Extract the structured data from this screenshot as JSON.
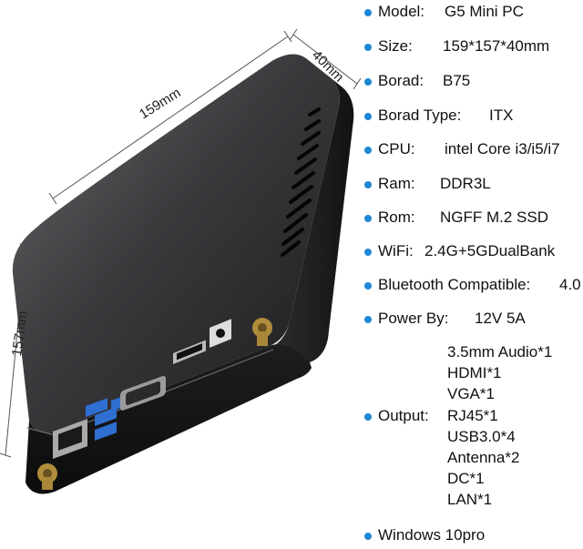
{
  "dimensions": {
    "length": "159mm",
    "depth": "40mm",
    "width": "157mm"
  },
  "specs": [
    {
      "label": "Model:",
      "value": "G5 Mini PC"
    },
    {
      "label": "Size:",
      "value": "159*157*40mm"
    },
    {
      "label": "Borad:",
      "value": "B75"
    },
    {
      "label": "Borad Type:",
      "value": "ITX"
    },
    {
      "label": "CPU:",
      "value": "intel Core i3/i5/i7"
    },
    {
      "label": "Ram:",
      "value": "DDR3L"
    },
    {
      "label": "Rom:",
      "value": "NGFF M.2 SSD"
    },
    {
      "label": "WiFi:",
      "value": "2.4G+5GDualBank"
    },
    {
      "label": "Bluetooth Compatible:",
      "value": "4.0"
    },
    {
      "label": "Power By:",
      "value": "12V 5A"
    }
  ],
  "output": {
    "label": "Output:",
    "items": [
      "3.5mm Audio*1",
      "HDMI*1",
      "VGA*1",
      "RJ45*1",
      "USB3.0*4",
      "Antenna*2",
      "DC*1",
      "LAN*1"
    ]
  },
  "os": "Windows 10pro",
  "colors": {
    "bullet": "#1e88d6",
    "chassis": "#2a2a2c"
  }
}
